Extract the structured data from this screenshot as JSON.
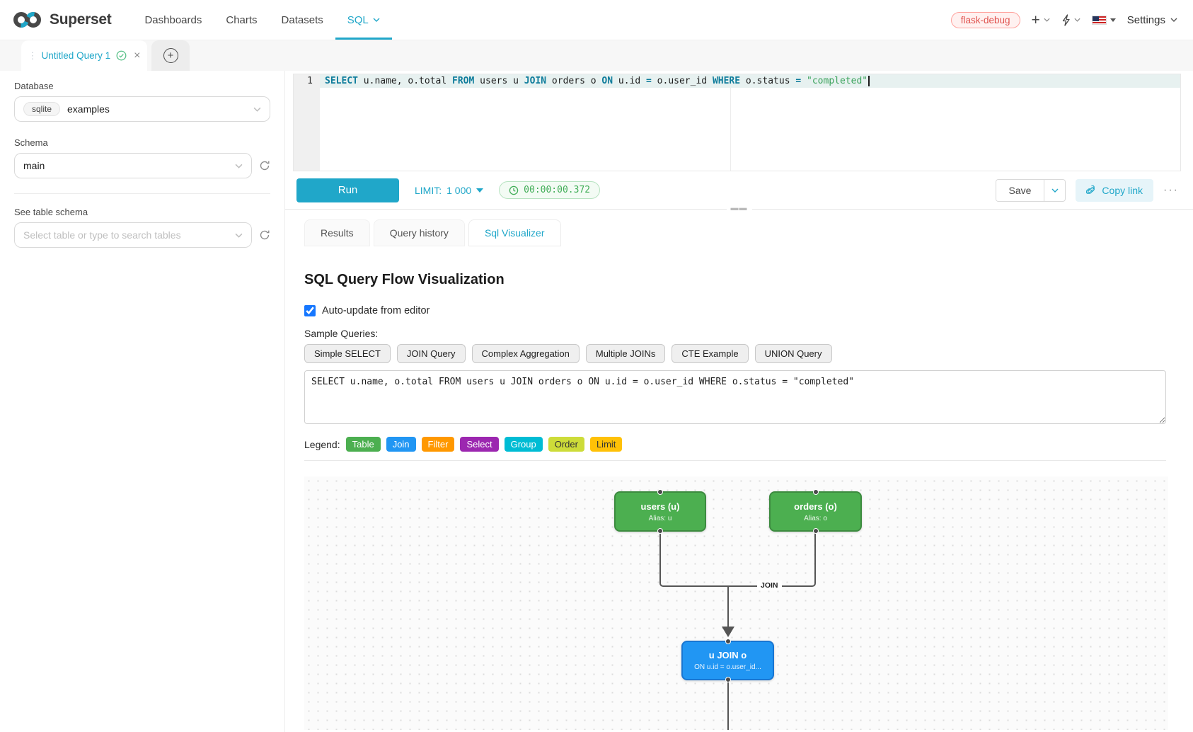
{
  "brand": {
    "name": "Superset"
  },
  "nav": {
    "items": [
      "Dashboards",
      "Charts",
      "Datasets",
      "SQL"
    ],
    "env_badge": "flask-debug",
    "settings_label": "Settings"
  },
  "query_tab": {
    "title": "Untitled Query 1"
  },
  "sidebar": {
    "database_label": "Database",
    "database_tag": "sqlite",
    "database_value": "examples",
    "schema_label": "Schema",
    "schema_value": "main",
    "table_label": "See table schema",
    "table_placeholder": "Select table or type to search tables"
  },
  "sql_editor": {
    "line_number": "1",
    "tokens": [
      {
        "text": "SELECT",
        "type": "kw"
      },
      {
        "text": " u.name, o.total ",
        "type": "plain"
      },
      {
        "text": "FROM",
        "type": "kw"
      },
      {
        "text": " users u ",
        "type": "plain"
      },
      {
        "text": "JOIN",
        "type": "kw"
      },
      {
        "text": " orders o ",
        "type": "plain"
      },
      {
        "text": "ON",
        "type": "kw"
      },
      {
        "text": " u.id ",
        "type": "plain"
      },
      {
        "text": "=",
        "type": "kw"
      },
      {
        "text": " o.user_id ",
        "type": "plain"
      },
      {
        "text": "WHERE",
        "type": "kw"
      },
      {
        "text": " o.status ",
        "type": "plain"
      },
      {
        "text": "=",
        "type": "kw"
      },
      {
        "text": " ",
        "type": "plain"
      },
      {
        "text": "\"completed\"",
        "type": "str"
      }
    ]
  },
  "toolbar": {
    "run_label": "Run",
    "limit_label": "LIMIT:",
    "limit_value": "1 000",
    "timer": "00:00:00.372",
    "save_label": "Save",
    "copy_link_label": "Copy link",
    "more_label": "···"
  },
  "south_tabs": {
    "results": "Results",
    "history": "Query history",
    "visualizer": "Sql Visualizer"
  },
  "visualizer": {
    "title": "SQL Query Flow Visualization",
    "auto_update_label": "Auto-update from editor",
    "sample_queries_label": "Sample Queries:",
    "sample_buttons": [
      "Simple SELECT",
      "JOIN Query",
      "Complex Aggregation",
      "Multiple JOINs",
      "CTE Example",
      "UNION Query"
    ],
    "query_text": "SELECT u.name, o.total FROM users u JOIN orders o ON u.id = o.user_id WHERE o.status = \"completed\"",
    "legend_label": "Legend:",
    "legend": [
      {
        "label": "Table",
        "style": "background:#4caf50;color:#fff"
      },
      {
        "label": "Join",
        "style": "background:#2196f3;color:#fff"
      },
      {
        "label": "Filter",
        "style": "background:#ff9800;color:#fff"
      },
      {
        "label": "Select",
        "style": "background:#9c27b0;color:#fff"
      },
      {
        "label": "Group",
        "style": "background:#00bcd4;color:#fff"
      },
      {
        "label": "Order",
        "style": "background:#cddc39;color:#333"
      },
      {
        "label": "Limit",
        "style": "background:#ffc107;color:#333"
      }
    ]
  },
  "diagram": {
    "edge_label": "JOIN",
    "nodes": [
      {
        "title": "users (u)",
        "subtitle": "Alias: u",
        "style": "background:#4caf50;border-color:#3d8b40"
      },
      {
        "title": "orders (o)",
        "subtitle": "Alias: o",
        "style": "background:#4caf50;border-color:#3d8b40"
      },
      {
        "title": "u JOIN o",
        "subtitle": "ON u.id = o.user_id...",
        "style": "background:#2196f3;border-color:#1976d2"
      }
    ]
  },
  "colors": {
    "accent": "#20a7c9",
    "table_node": "#4caf50",
    "join_node": "#2196f3",
    "edge": "#555555"
  }
}
